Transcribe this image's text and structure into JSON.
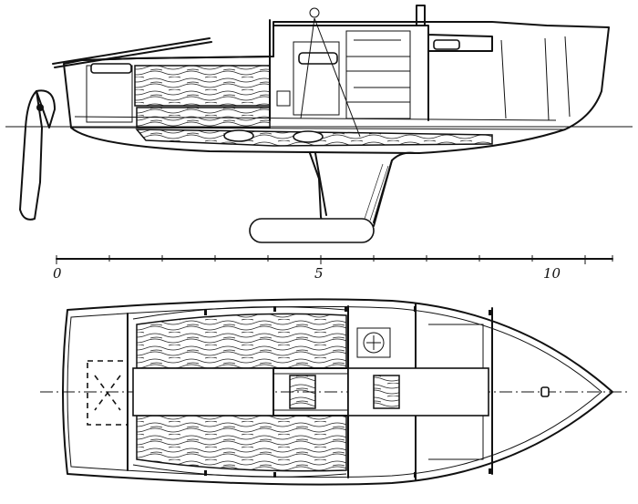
{
  "scale": {
    "labels": [
      "0",
      "5",
      "10"
    ]
  },
  "colors": {
    "ink": "#111111",
    "paper": "#ffffff"
  }
}
